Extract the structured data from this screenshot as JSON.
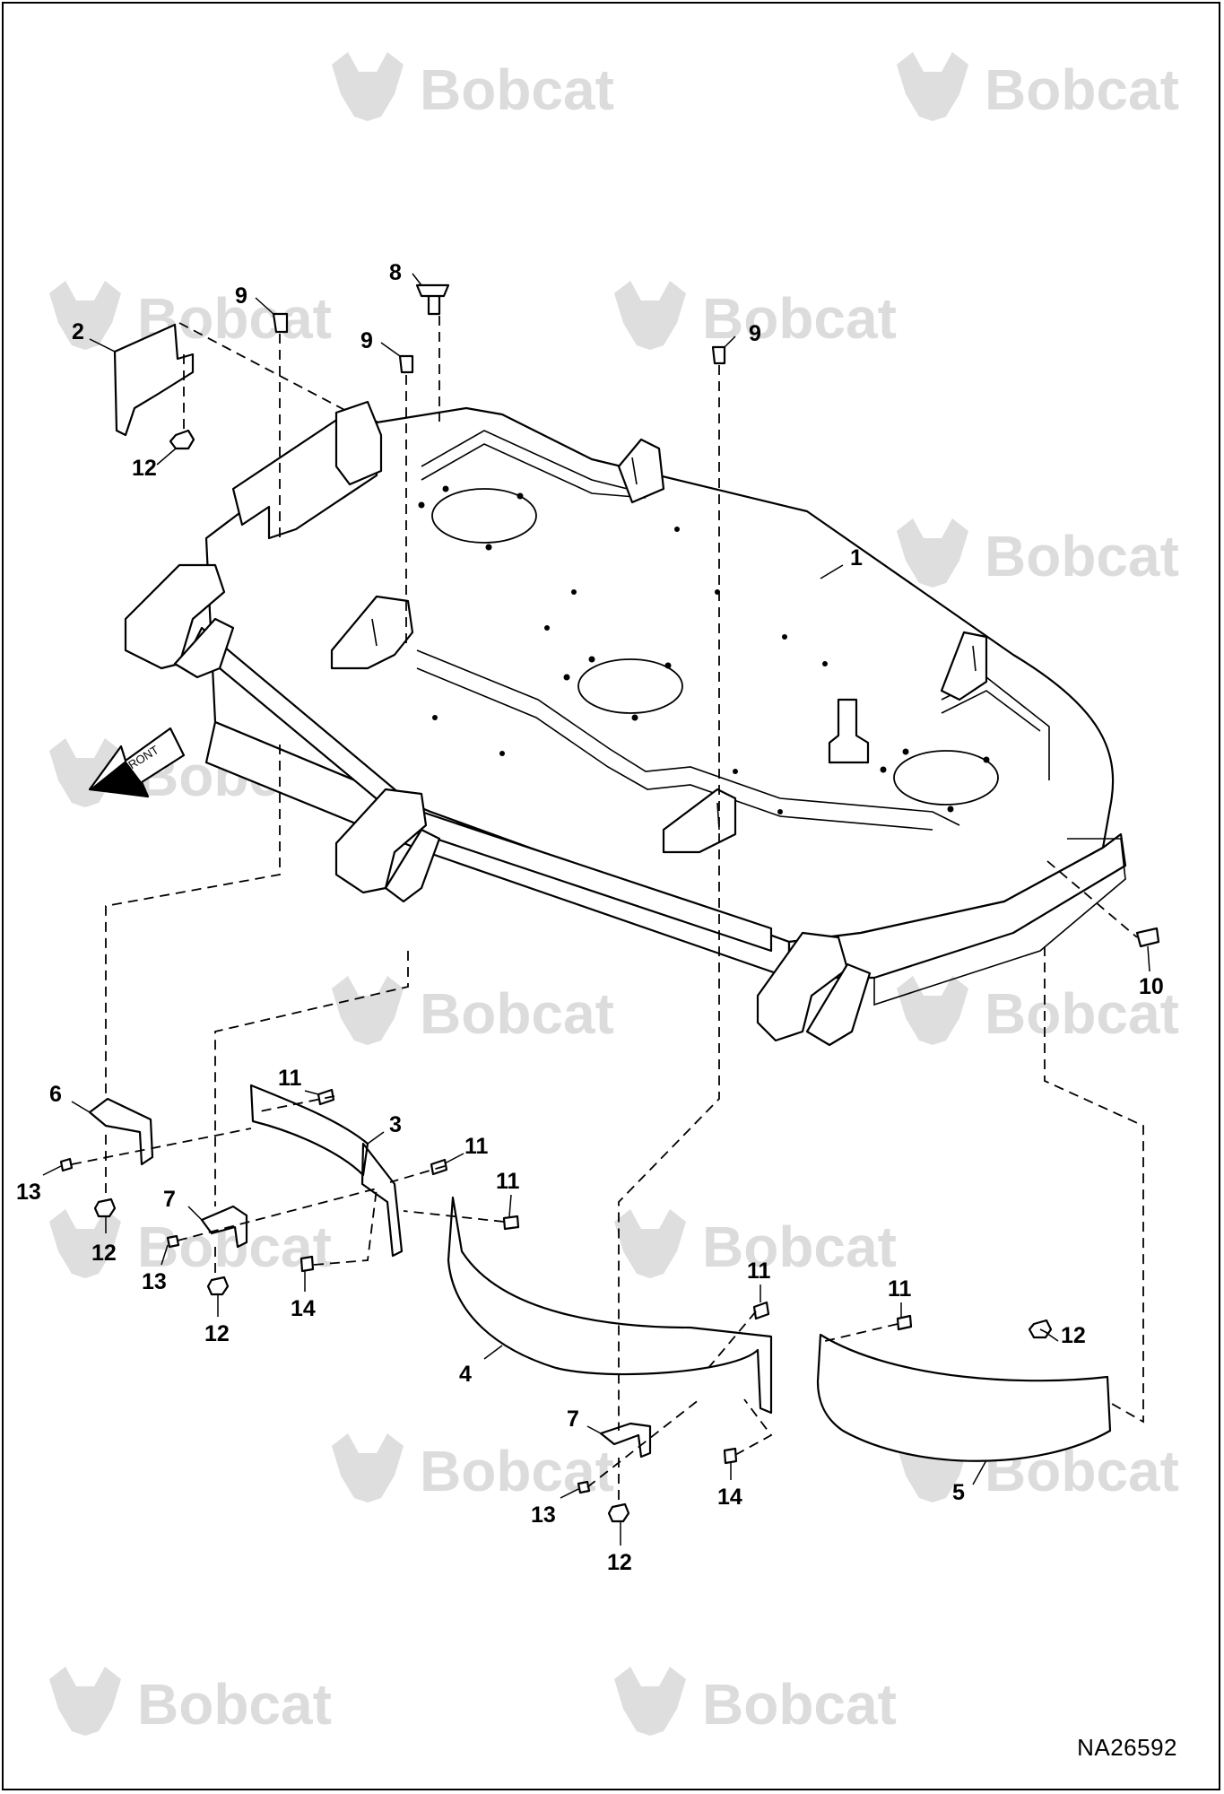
{
  "watermark": {
    "brand": "Bobcat"
  },
  "callouts": [
    {
      "id": "c1",
      "text": "1"
    },
    {
      "id": "c2",
      "text": "2"
    },
    {
      "id": "c3",
      "text": "3"
    },
    {
      "id": "c4",
      "text": "4"
    },
    {
      "id": "c5",
      "text": "5"
    },
    {
      "id": "c6",
      "text": "6"
    },
    {
      "id": "c7a",
      "text": "7"
    },
    {
      "id": "c7b",
      "text": "7"
    },
    {
      "id": "c8",
      "text": "8"
    },
    {
      "id": "c9a",
      "text": "9"
    },
    {
      "id": "c9b",
      "text": "9"
    },
    {
      "id": "c9c",
      "text": "9"
    },
    {
      "id": "c10",
      "text": "10"
    },
    {
      "id": "c11a",
      "text": "11"
    },
    {
      "id": "c11b",
      "text": "11"
    },
    {
      "id": "c11c",
      "text": "11"
    },
    {
      "id": "c11d",
      "text": "11"
    },
    {
      "id": "c11e",
      "text": "11"
    },
    {
      "id": "c12a",
      "text": "12"
    },
    {
      "id": "c12b",
      "text": "12"
    },
    {
      "id": "c12c",
      "text": "12"
    },
    {
      "id": "c12d",
      "text": "12"
    },
    {
      "id": "c12e",
      "text": "12"
    },
    {
      "id": "c13a",
      "text": "13"
    },
    {
      "id": "c13b",
      "text": "13"
    },
    {
      "id": "c13c",
      "text": "13"
    },
    {
      "id": "c14a",
      "text": "14"
    },
    {
      "id": "c14b",
      "text": "14"
    }
  ],
  "front_arrow": {
    "label": "FRONT"
  },
  "figure_ref": "NA26592"
}
